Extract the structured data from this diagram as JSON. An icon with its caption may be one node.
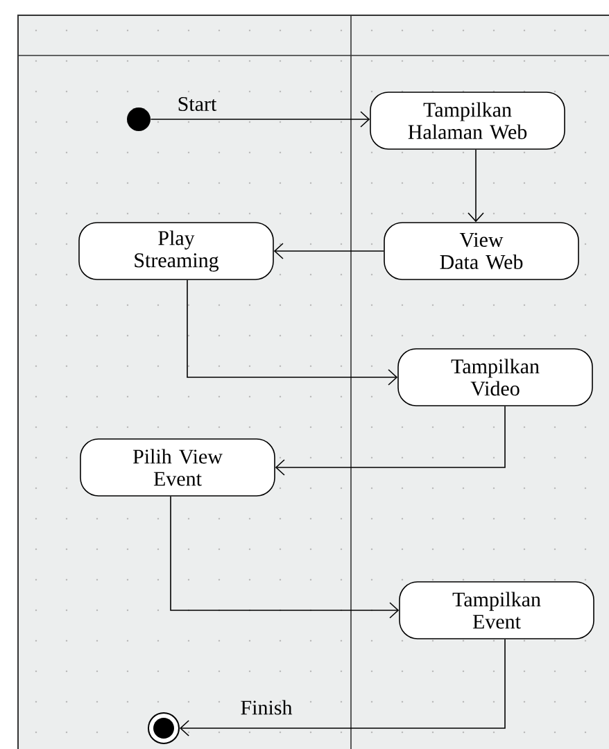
{
  "diagram": {
    "nodes": [
      {
        "text": [],
        "shape": "circle",
        "beside": [
          "Start"
        ]
      },
      {
        "text": [
          "Tampilkan Halaman Web"
        ]
      },
      {
        "text": [
          "View Data Web"
        ]
      },
      {
        "text": [
          "Play Streaming"
        ]
      },
      {
        "text": [
          "Tampilkan Video"
        ]
      },
      {
        "text": [
          "Pilih View Event"
        ]
      },
      {
        "text": [
          "Tampilkan Event"
        ]
      },
      {
        "text": [],
        "shape": "circle",
        "beside": [
          "Finish"
        ]
      }
    ],
    "edges": [
      {
        "from": 0,
        "to": 1,
        "arrow": "to"
      },
      {
        "from": 1,
        "to": 2,
        "arrow": "to"
      },
      {
        "from": 2,
        "to": 3,
        "arrow": "to"
      },
      {
        "from": 3,
        "to": 4,
        "arrow": "to"
      },
      {
        "from": 4,
        "to": 5,
        "arrow": "to"
      },
      {
        "from": 5,
        "to": 6,
        "arrow": "to"
      },
      {
        "from": 6,
        "to": 7,
        "arrow": "to"
      }
    ]
  }
}
